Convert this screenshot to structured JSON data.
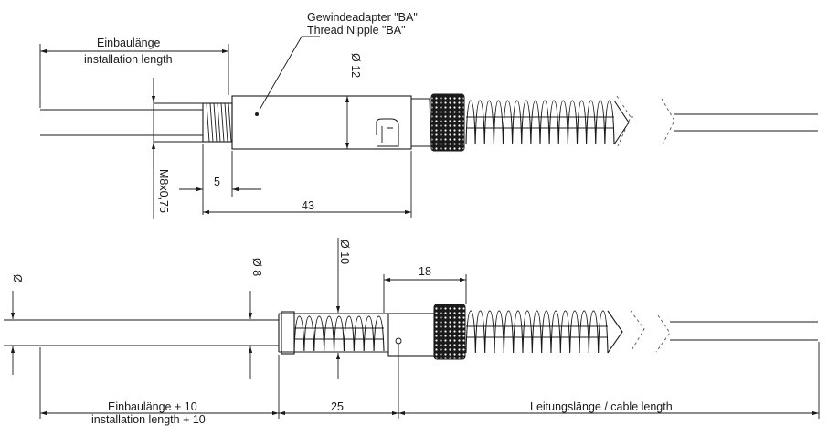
{
  "top_view": {
    "install_length_de": "Einbaulänge",
    "install_length_en": "installation length",
    "adapter_de": "Gewindeadapter \"BA\"",
    "adapter_en": "Thread Nipple \"BA\"",
    "dia_label": "Ø 12",
    "thread_label": "M8x0,75",
    "dim_5": "5",
    "dim_43": "43"
  },
  "bottom_view": {
    "dia_left": "Ø",
    "dia_8": "Ø 8",
    "dia_10": "Ø 10",
    "dim_18": "18",
    "dim_25": "25",
    "install_plus_de": "Einbaulänge + 10",
    "install_plus_en": "installation length + 10",
    "cable_length": "Leitungslänge / cable length"
  }
}
